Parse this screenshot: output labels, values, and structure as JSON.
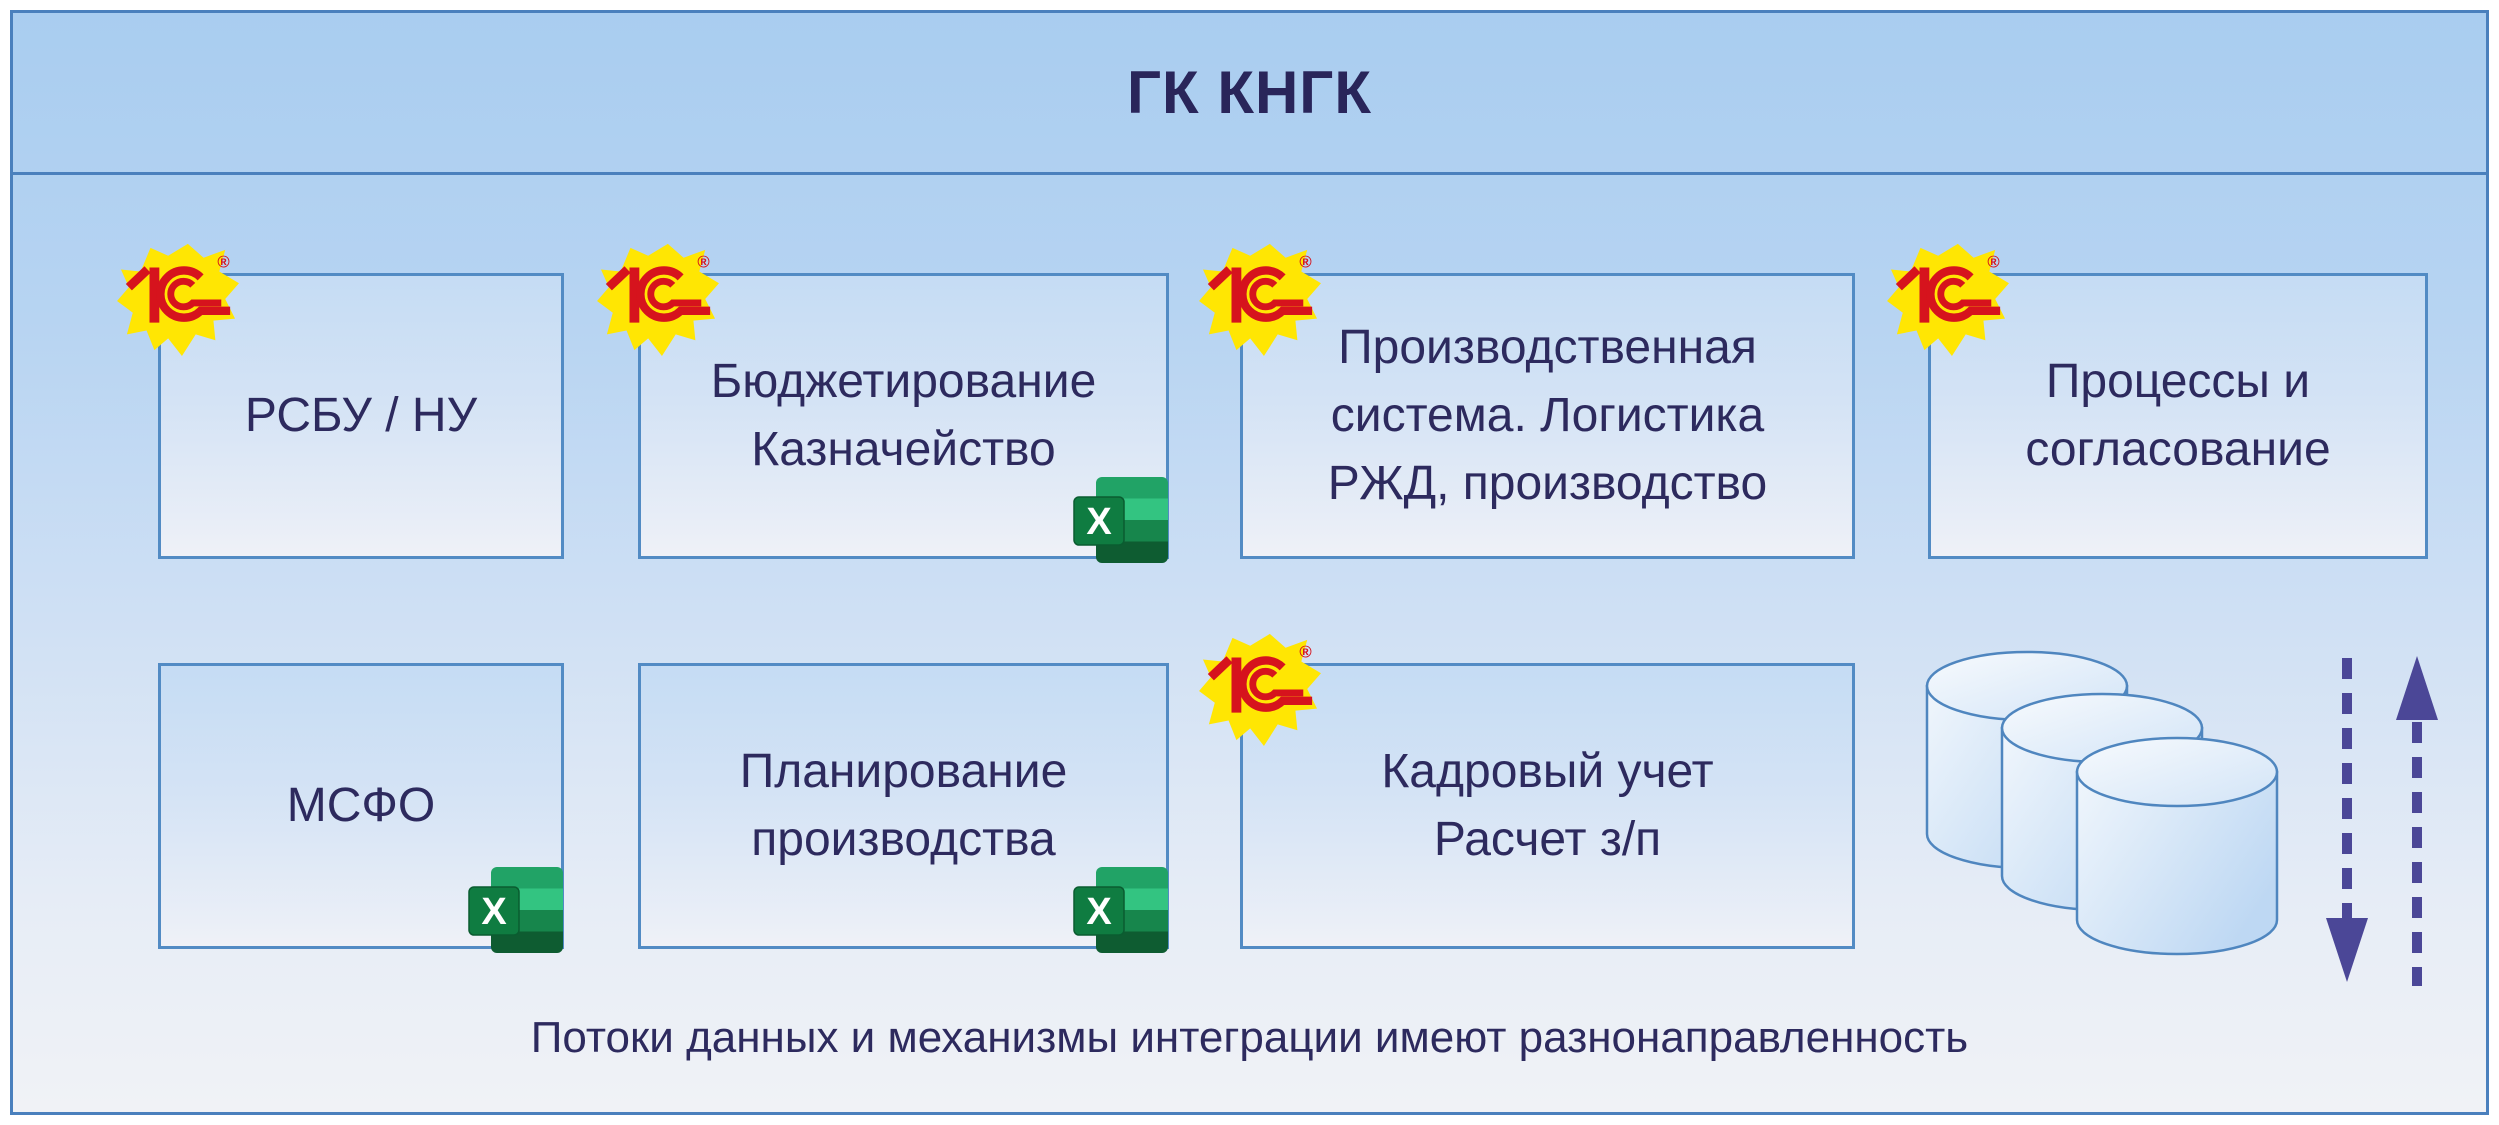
{
  "header": {
    "title": "ГК КНГК"
  },
  "boxes": [
    {
      "name": "РСБУ / НУ",
      "lines": [
        "РСБУ / НУ"
      ],
      "icons": [
        "1c-logo"
      ]
    },
    {
      "name": "Бюджетирование Казначейство",
      "lines": [
        "Бюджетирование",
        "Казначейство"
      ],
      "icons": [
        "1c-logo",
        "excel-logo"
      ]
    },
    {
      "name": "Производственная система. Логистика РЖД, производство",
      "lines": [
        "Производственная",
        "система. Логистика",
        "РЖД, производство"
      ],
      "icons": [
        "1c-logo"
      ]
    },
    {
      "name": "Процессы и согласование",
      "lines": [
        "Процессы и",
        "согласование"
      ],
      "icons": [
        "1c-logo"
      ]
    },
    {
      "name": "МСФО",
      "lines": [
        "МСФО"
      ],
      "icons": [
        "excel-logo"
      ]
    },
    {
      "name": "Планирование производства",
      "lines": [
        "Планирование",
        "производства"
      ],
      "icons": [
        "excel-logo"
      ]
    },
    {
      "name": "Кадровый учет Расчет з/п",
      "lines": [
        "Кадровый учет",
        "Расчет з/п"
      ],
      "icons": [
        "1c-logo"
      ]
    }
  ],
  "caption": {
    "text": "Потоки данных и механизмы интеграции имеют разнонаправленность"
  },
  "icons": {
    "one_c": {
      "registered_mark": "®"
    },
    "excel": {
      "letter": "X"
    }
  },
  "colors": {
    "frame_border": "#4a80bd",
    "box_border": "#528bc4",
    "background_top": "#a9cdf0",
    "background_bottom": "#f0f2f6",
    "text": "#2d2a5e",
    "one_c_yellow": "#ffe603",
    "one_c_red": "#d6131d",
    "excel_green_1": "#21a366",
    "excel_green_2": "#33c481",
    "excel_green_3": "#17864c",
    "excel_green_4": "#0e5c31",
    "arrow_indigo": "#4b4797",
    "cylinder_stroke": "#4f86bf"
  }
}
